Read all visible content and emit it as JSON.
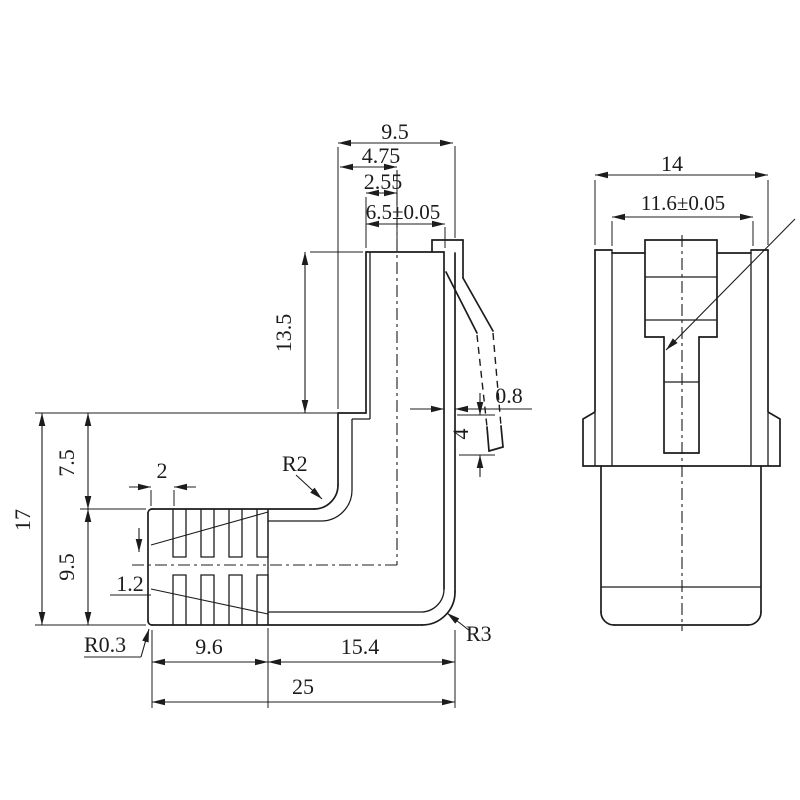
{
  "colors": {
    "background": "#ffffff",
    "line": "#1c1c1c"
  },
  "labels": {
    "top_width": "9.5",
    "top_half_width": "4.75",
    "contact_offset": "2.55",
    "plug_tip_width": "6.5±0.05",
    "plug_height": "13.5",
    "latch_thickness": "0.8",
    "latch_drop": "4",
    "overall_height": "17",
    "upper_section_height": "7.5",
    "lower_section_height": "9.5",
    "rib_pitch": "2",
    "rib_width": "1.2",
    "boot_length": "9.6",
    "body_length": "15.4",
    "overall_length": "25",
    "radius_boot_corner": "R0.3",
    "radius_inner_corner": "R2",
    "radius_outer_corner": "R3",
    "front_overall_width": "14",
    "front_inner_width": "11.6±0.05"
  }
}
